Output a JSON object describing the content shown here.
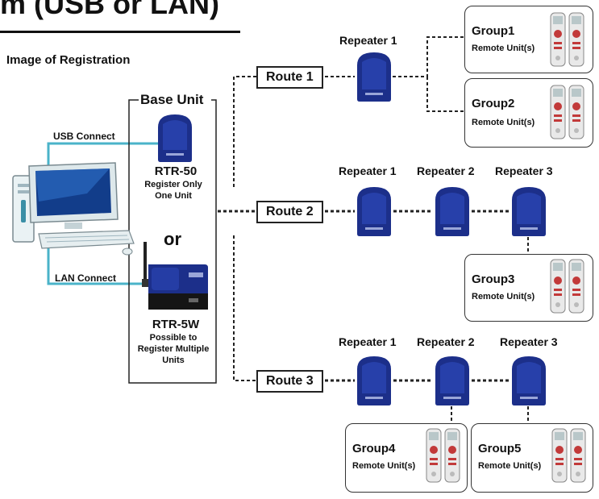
{
  "header": {
    "title": "em (USB or LAN)",
    "subtitle": "Image of Registration"
  },
  "connections": {
    "usb": "USB Connect",
    "lan": "LAN Connect"
  },
  "base": {
    "label": "Base Unit",
    "unit1_name": "RTR-50",
    "unit1_desc1": "Register Only",
    "unit1_desc2": "One Unit",
    "or": "or",
    "unit2_name": "RTR-5W",
    "unit2_desc1": "Possible to",
    "unit2_desc2": "Register Multiple",
    "unit2_desc3": "Units"
  },
  "routes": {
    "route1": {
      "label": "Route 1",
      "repeaters": [
        "Repeater 1"
      ],
      "groups": [
        {
          "name": "Group1",
          "sub": "Remote Unit(s)"
        },
        {
          "name": "Group2",
          "sub": "Remote Unit(s)"
        }
      ]
    },
    "route2": {
      "label": "Route 2",
      "repeaters": [
        "Repeater 1",
        "Repeater 2",
        "Repeater 3"
      ],
      "groups": [
        {
          "name": "Group3",
          "sub": "Remote Unit(s)"
        }
      ]
    },
    "route3": {
      "label": "Route 3",
      "repeaters": [
        "Repeater 1",
        "Repeater 2",
        "Repeater 3"
      ],
      "groups": [
        {
          "name": "Group4",
          "sub": "Remote Unit(s)"
        },
        {
          "name": "Group5",
          "sub": "Remote Unit(s)"
        }
      ]
    }
  },
  "colors": {
    "device_blue": "#1c2f8a",
    "device_dark": "#0d1650",
    "cable": "#4ab3c9",
    "remote_red": "#c23a3a"
  }
}
